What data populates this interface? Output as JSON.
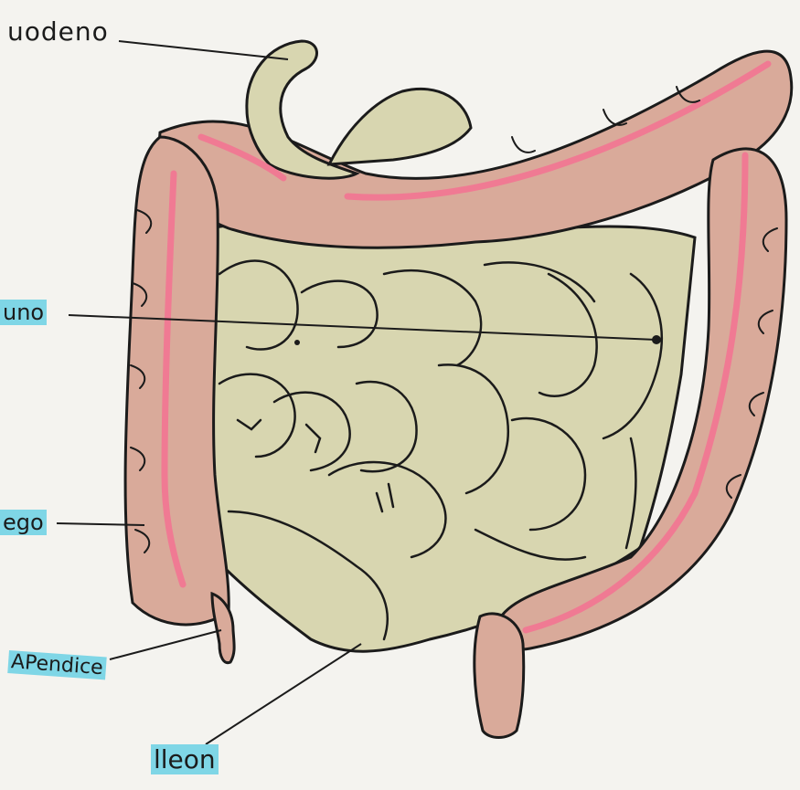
{
  "labels": {
    "duodeno": "uodeno",
    "yeyuno": "uno",
    "ciego": "ego",
    "apendice": "APendice",
    "ileon": "lleon"
  },
  "colors": {
    "colon": "#d9aa9a",
    "colon_dark": "#c78a7c",
    "small_intestine": "#d8d6b0",
    "stripe": "#f07a93",
    "highlight": "#7fd6e6",
    "ink": "#1b1b1b"
  }
}
